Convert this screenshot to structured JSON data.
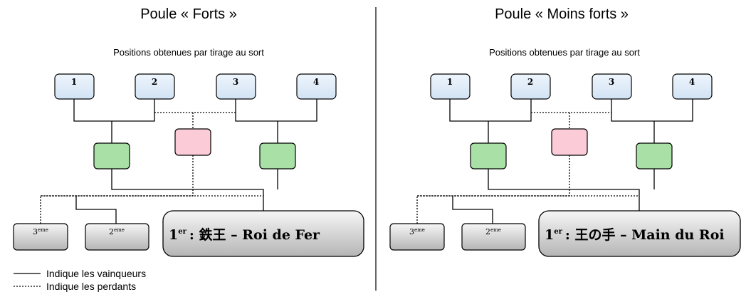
{
  "pools": [
    {
      "title": "Poule « Forts »",
      "subtitle": "Positions obtenues par tirage au sort",
      "seeds": [
        "1",
        "2",
        "3",
        "4"
      ],
      "third": {
        "num": "3",
        "suffix": "eme"
      },
      "second": {
        "num": "2",
        "suffix": "eme"
      },
      "winner": {
        "num": "1",
        "suffix": "er",
        "name": ":  鉄王 – Roi de Fer"
      }
    },
    {
      "title": "Poule « Moins forts »",
      "subtitle": "Positions obtenues par tirage au sort",
      "seeds": [
        "1",
        "2",
        "3",
        "4"
      ],
      "third": {
        "num": "3",
        "suffix": "eme"
      },
      "second": {
        "num": "2",
        "suffix": "eme"
      },
      "winner": {
        "num": "1",
        "suffix": "er",
        "name": ":  王の手 – Main du Roi"
      }
    }
  ],
  "legend": {
    "winners": "Indique les vainqueurs",
    "losers": "Indique les perdants"
  },
  "colors": {
    "seed_fill": "#dce9f7",
    "winner_match_fill": "#a8e0a5",
    "loser_match_fill": "#fbcbd7",
    "place_fill_top": "#f4f4f4",
    "place_fill_bottom": "#b8b8b8"
  }
}
